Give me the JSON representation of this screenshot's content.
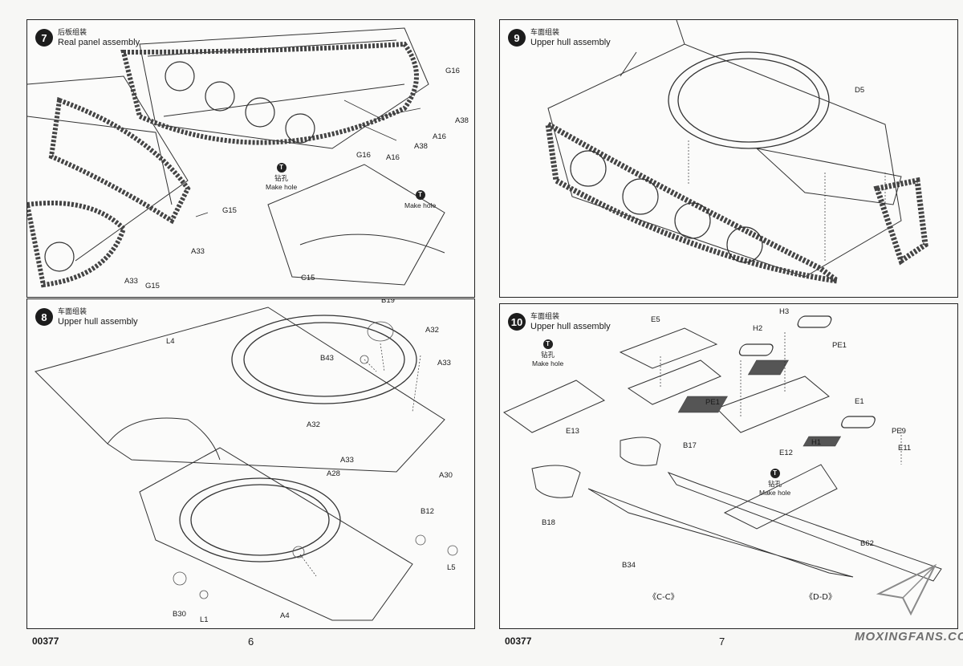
{
  "steps": {
    "s7": {
      "num": "7",
      "cn": "后板组装",
      "en": "Real panel assembly"
    },
    "s8": {
      "num": "8",
      "cn": "车面组装",
      "en": "Upper hull assembly"
    },
    "s9": {
      "num": "9",
      "cn": "车面组装",
      "en": "Upper hull assembly"
    },
    "s10": {
      "num": "10",
      "cn": "车面组装",
      "en": "Upper hull assembly"
    }
  },
  "make_hole": {
    "symbol": "T",
    "cn": "钻孔",
    "en": "Make hole"
  },
  "parts7": [
    "G16",
    "A38",
    "A16",
    "A38",
    "A16",
    "G16",
    "G15",
    "A33",
    "A33",
    "G15",
    "C15"
  ],
  "parts8": [
    "B19",
    "L4",
    "A32",
    "B43",
    "A33",
    "A32",
    "A33",
    "A30",
    "A28",
    "B12",
    "L5",
    "B30",
    "L1",
    "A4"
  ],
  "parts9": [
    "D5"
  ],
  "parts10": [
    "E5",
    "H3",
    "H2",
    "PE1",
    "PE1",
    "E13",
    "E12",
    "E1",
    "B17",
    "PE9",
    "H1",
    "E11",
    "B18",
    "B34",
    "B62"
  ],
  "sections": {
    "cc": "《C-C》",
    "dd": "《D-D》"
  },
  "footer": {
    "code_left": "00377",
    "page_left": "6",
    "code_right": "00377",
    "page_right": "7"
  },
  "watermark": "MOXINGFANS.COM"
}
